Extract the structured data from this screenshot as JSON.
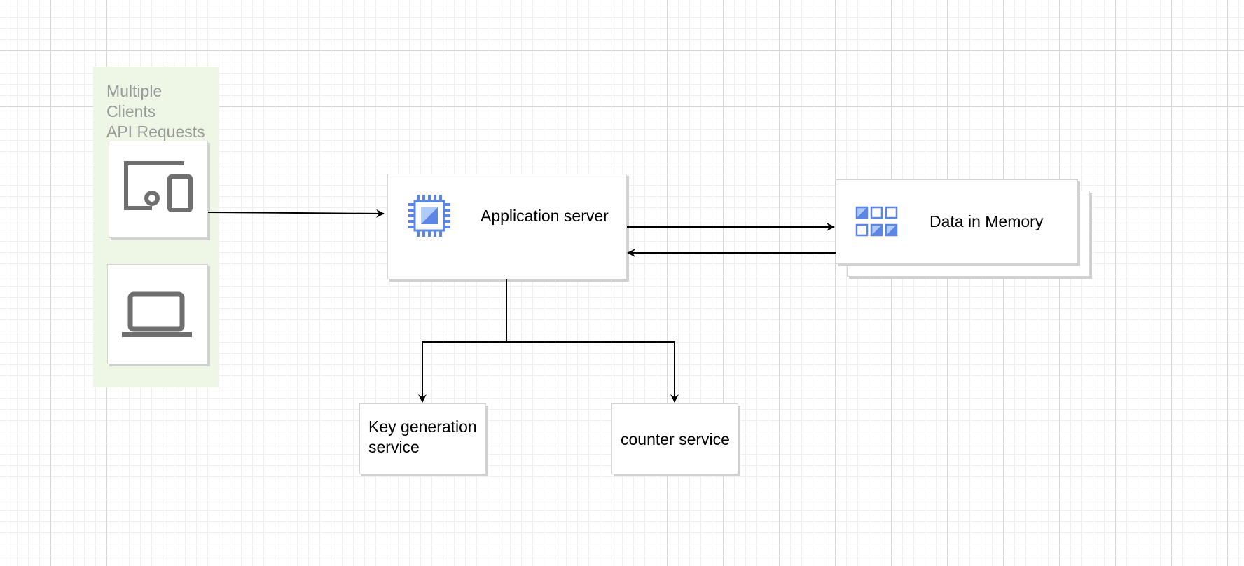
{
  "client_group": {
    "label": "Multiple\nClients\nAPI Requests",
    "icons": [
      "devices-icon",
      "laptop-icon"
    ]
  },
  "app_server": {
    "label": "Application server",
    "icon": "cpu-chip-icon"
  },
  "memory": {
    "label": "Data in Memory",
    "icon": "memory-grid-icon"
  },
  "key_service": {
    "label": "Key generation service"
  },
  "counter_service": {
    "label": "counter service"
  },
  "colors": {
    "group_fill": "#eef6e6",
    "icon_gray": "#6f6f6f",
    "icon_blue": "#5b86e5",
    "icon_blue_light": "#aecbfa",
    "edge": "#000000"
  }
}
